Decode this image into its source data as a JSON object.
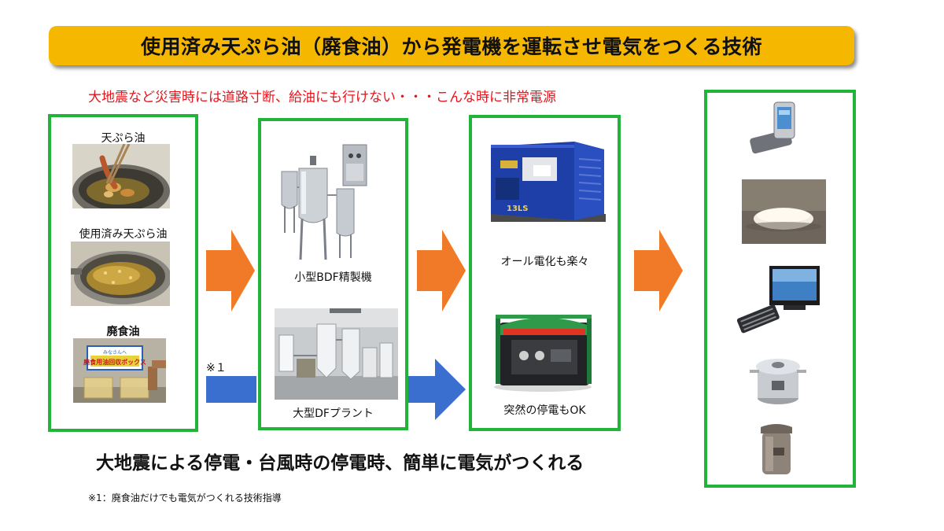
{
  "header": {
    "title": "使用済み天ぷら油（廃食油）から発電機を運転させ電気をつくる技術",
    "subtitle": "大地震など災害時には道路寸断、給油にも行けない・・・こんな時に非常電源"
  },
  "panel1": {
    "items": [
      {
        "label": "天ぷら油"
      },
      {
        "label": "使用済み天ぷら油"
      },
      {
        "label": "廃食油"
      }
    ],
    "sign_text": "廃食用油回収ボックス"
  },
  "panel2": {
    "items": [
      {
        "label": "小型BDF精製機"
      },
      {
        "label": "大型DFプラント"
      }
    ]
  },
  "panel3": {
    "items": [
      {
        "label": "オール電化も楽々"
      },
      {
        "label": "突然の停電もOK"
      }
    ],
    "gen_text": "13LS"
  },
  "arrows": {
    "mark": "※１"
  },
  "colors": {
    "panel_border": "#22b43a",
    "arrow_orange": "#f07a28",
    "arrow_blue": "#3a6fd0",
    "banner": "#f6b700",
    "subtitle": "#e8141c"
  },
  "bottom": {
    "headline": "大地震による停電・台風時の停電時、簡単に電気がつくれる",
    "footnote": "※1：廃食油だけでも電気がつくれる技術指導"
  }
}
